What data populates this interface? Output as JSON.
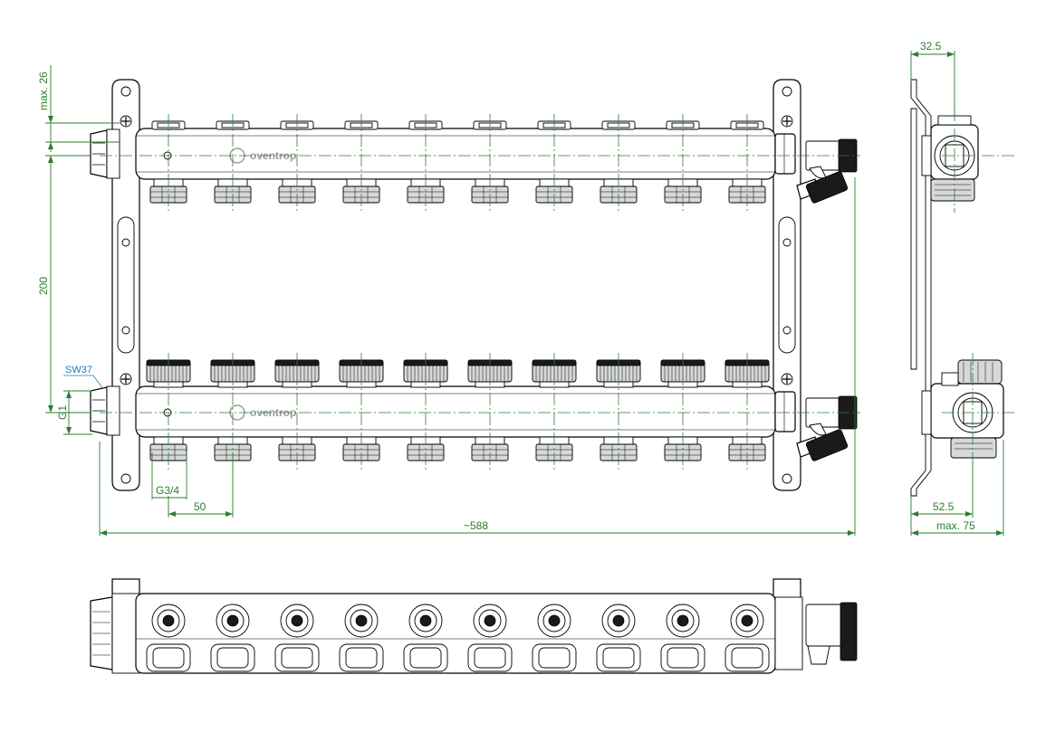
{
  "brand": "oventrop",
  "outlets": 10,
  "dimensions": {
    "max_26": "max. 26",
    "d200": "200",
    "sw37": "SW37",
    "g1": "G1",
    "g34": "G3/4",
    "d50": "50",
    "d588": "~588",
    "d32_5": "32.5",
    "d52_5": "52.5",
    "max_75": "max. 75"
  },
  "colors": {
    "dimension": "#2e7d2e",
    "callout": "#1e7fb8",
    "outline": "#000000",
    "logo": "#9a9a9a"
  }
}
